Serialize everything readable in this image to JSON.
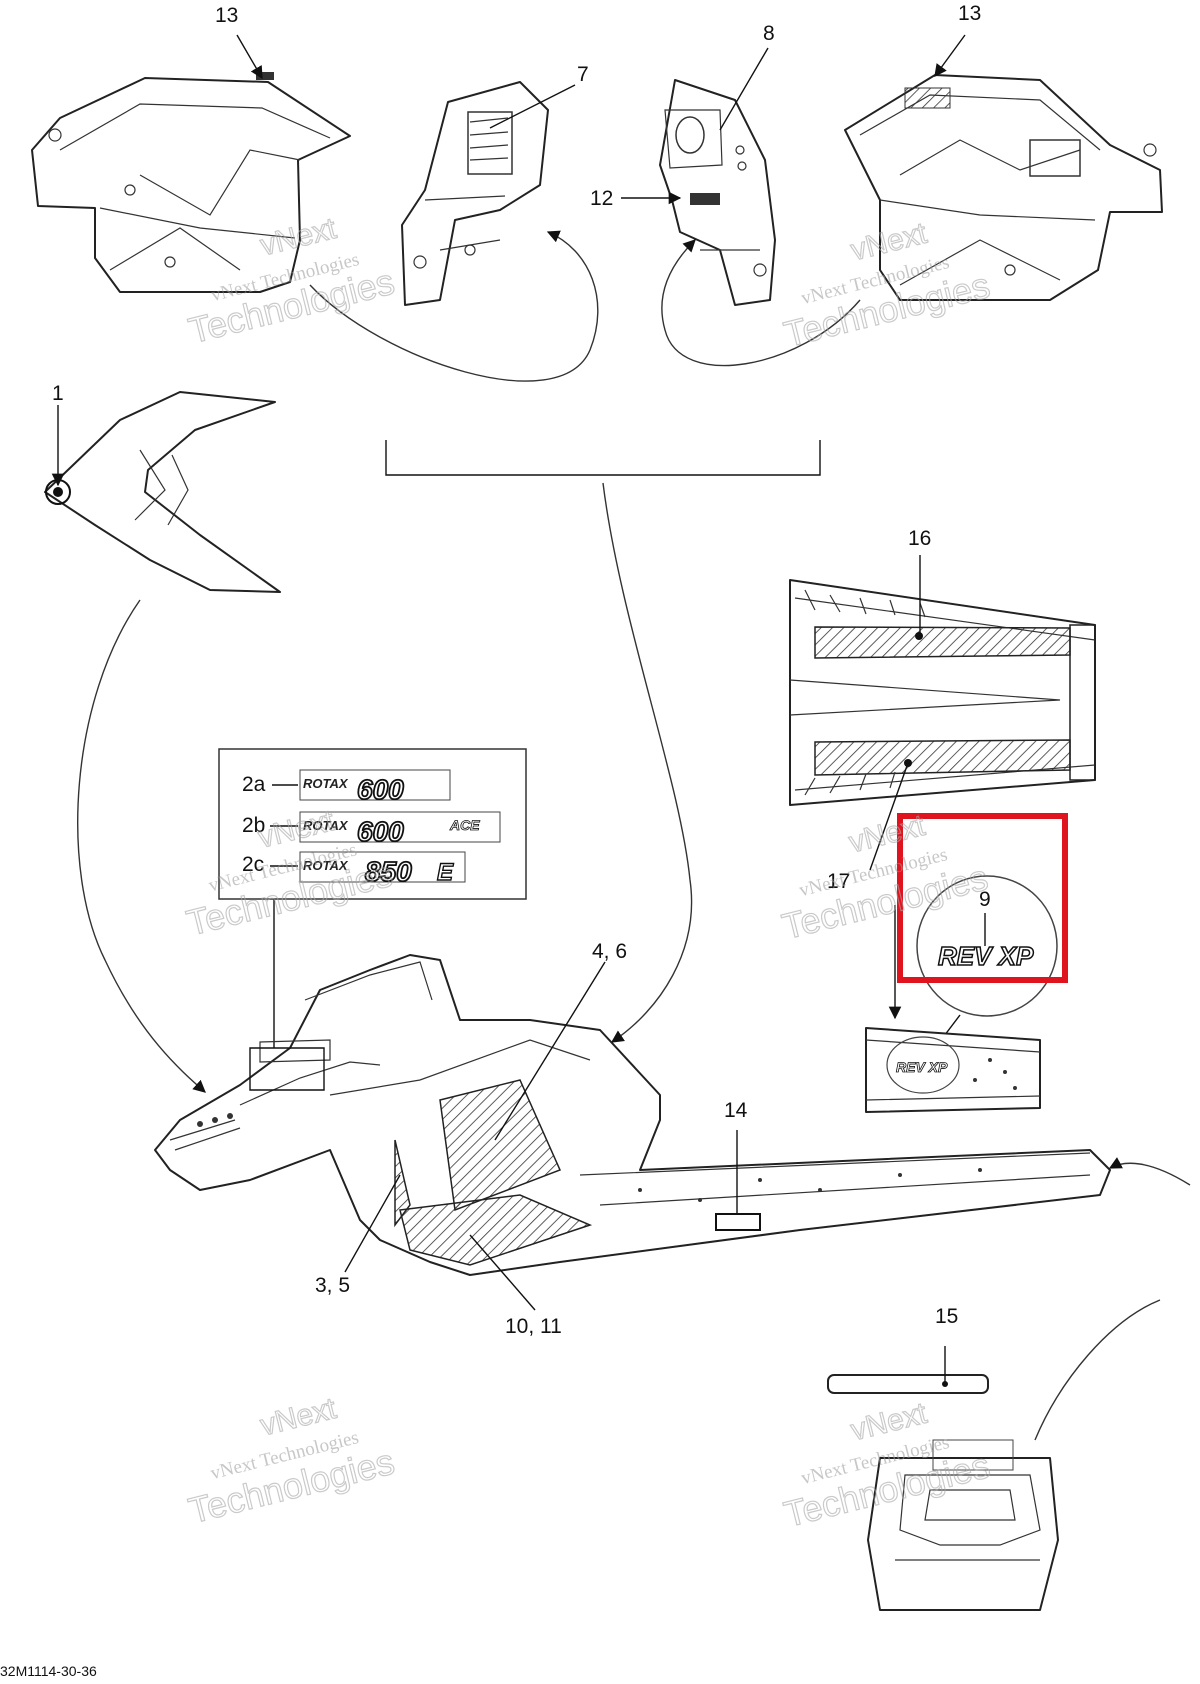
{
  "callouts": {
    "c13_left": "13",
    "c7": "7",
    "c8": "8",
    "c13_right": "13",
    "c12": "12",
    "c1": "1",
    "c16": "16",
    "c2a": "2a",
    "c2b": "2b",
    "c2c": "2c",
    "c17": "17",
    "c9": "9",
    "c4_6": "4, 6",
    "c14": "14",
    "c3_5": "3, 5",
    "c10_11": "10, 11",
    "c15": "15"
  },
  "decals": {
    "rotax": "ROTAX",
    "d600": "600",
    "d600ace": "600",
    "ace": "ACE",
    "d850": "850",
    "e": "E",
    "revxp": "REV XP"
  },
  "watermark": {
    "line1": "vNext Technologies",
    "line2": "Technologies",
    "line3": "vNext"
  },
  "footer": {
    "code": "32M1114-30-36"
  },
  "highlight": {
    "color": "#e0141e"
  }
}
